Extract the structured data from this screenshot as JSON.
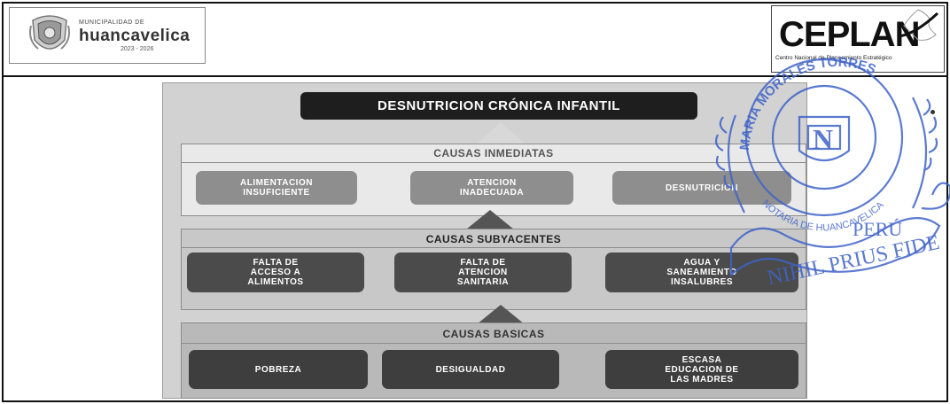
{
  "header": {
    "municipality_small": "MUNICIPALIDAD DE",
    "municipality_name": "huancavelica",
    "municipality_years": "2023 - 2026",
    "ceplan_logo": "CEPLAN",
    "ceplan_subtitle": "Centro Nacional de Planeamiento Estratégico"
  },
  "diagram": {
    "title": "DESNUTRICION CRÓNICA INFANTIL",
    "immediate": {
      "label": "CAUSAS INMEDIATAS",
      "items": [
        "ALIMENTACION\nINSUFICIENTE",
        "ATENCION\nINADECUADA",
        "DESNUTRICION"
      ]
    },
    "underlying": {
      "label": "CAUSAS SUBYACENTES",
      "items": [
        "FALTA DE\nACCESO A\nALIMENTOS",
        "FALTA DE\nATENCION\nSANITARIA",
        "AGUA Y\nSANEAMIENTO\nINSALUBRES"
      ]
    },
    "basic": {
      "label": "CAUSAS BASICAS",
      "items": [
        "POBREZA",
        "DESIGUALDAD",
        "ESCASA\nEDUCACION DE\nLAS MADRES"
      ]
    }
  },
  "seal": {
    "name_arc": "MARIA MORALES TORRES",
    "notary_arc": "NOTARIA DE HUANCAVELICA",
    "country": "PERÚ",
    "motto": "NIHIL PRIUS FIDE",
    "initial": "N",
    "ink_color": "#3f63c8"
  },
  "colors": {
    "title_box": "#1e1e1e",
    "immediate_box": "#8e8e8e",
    "underlying_box": "#4b4b4b",
    "basic_box": "#3e3e3e"
  }
}
